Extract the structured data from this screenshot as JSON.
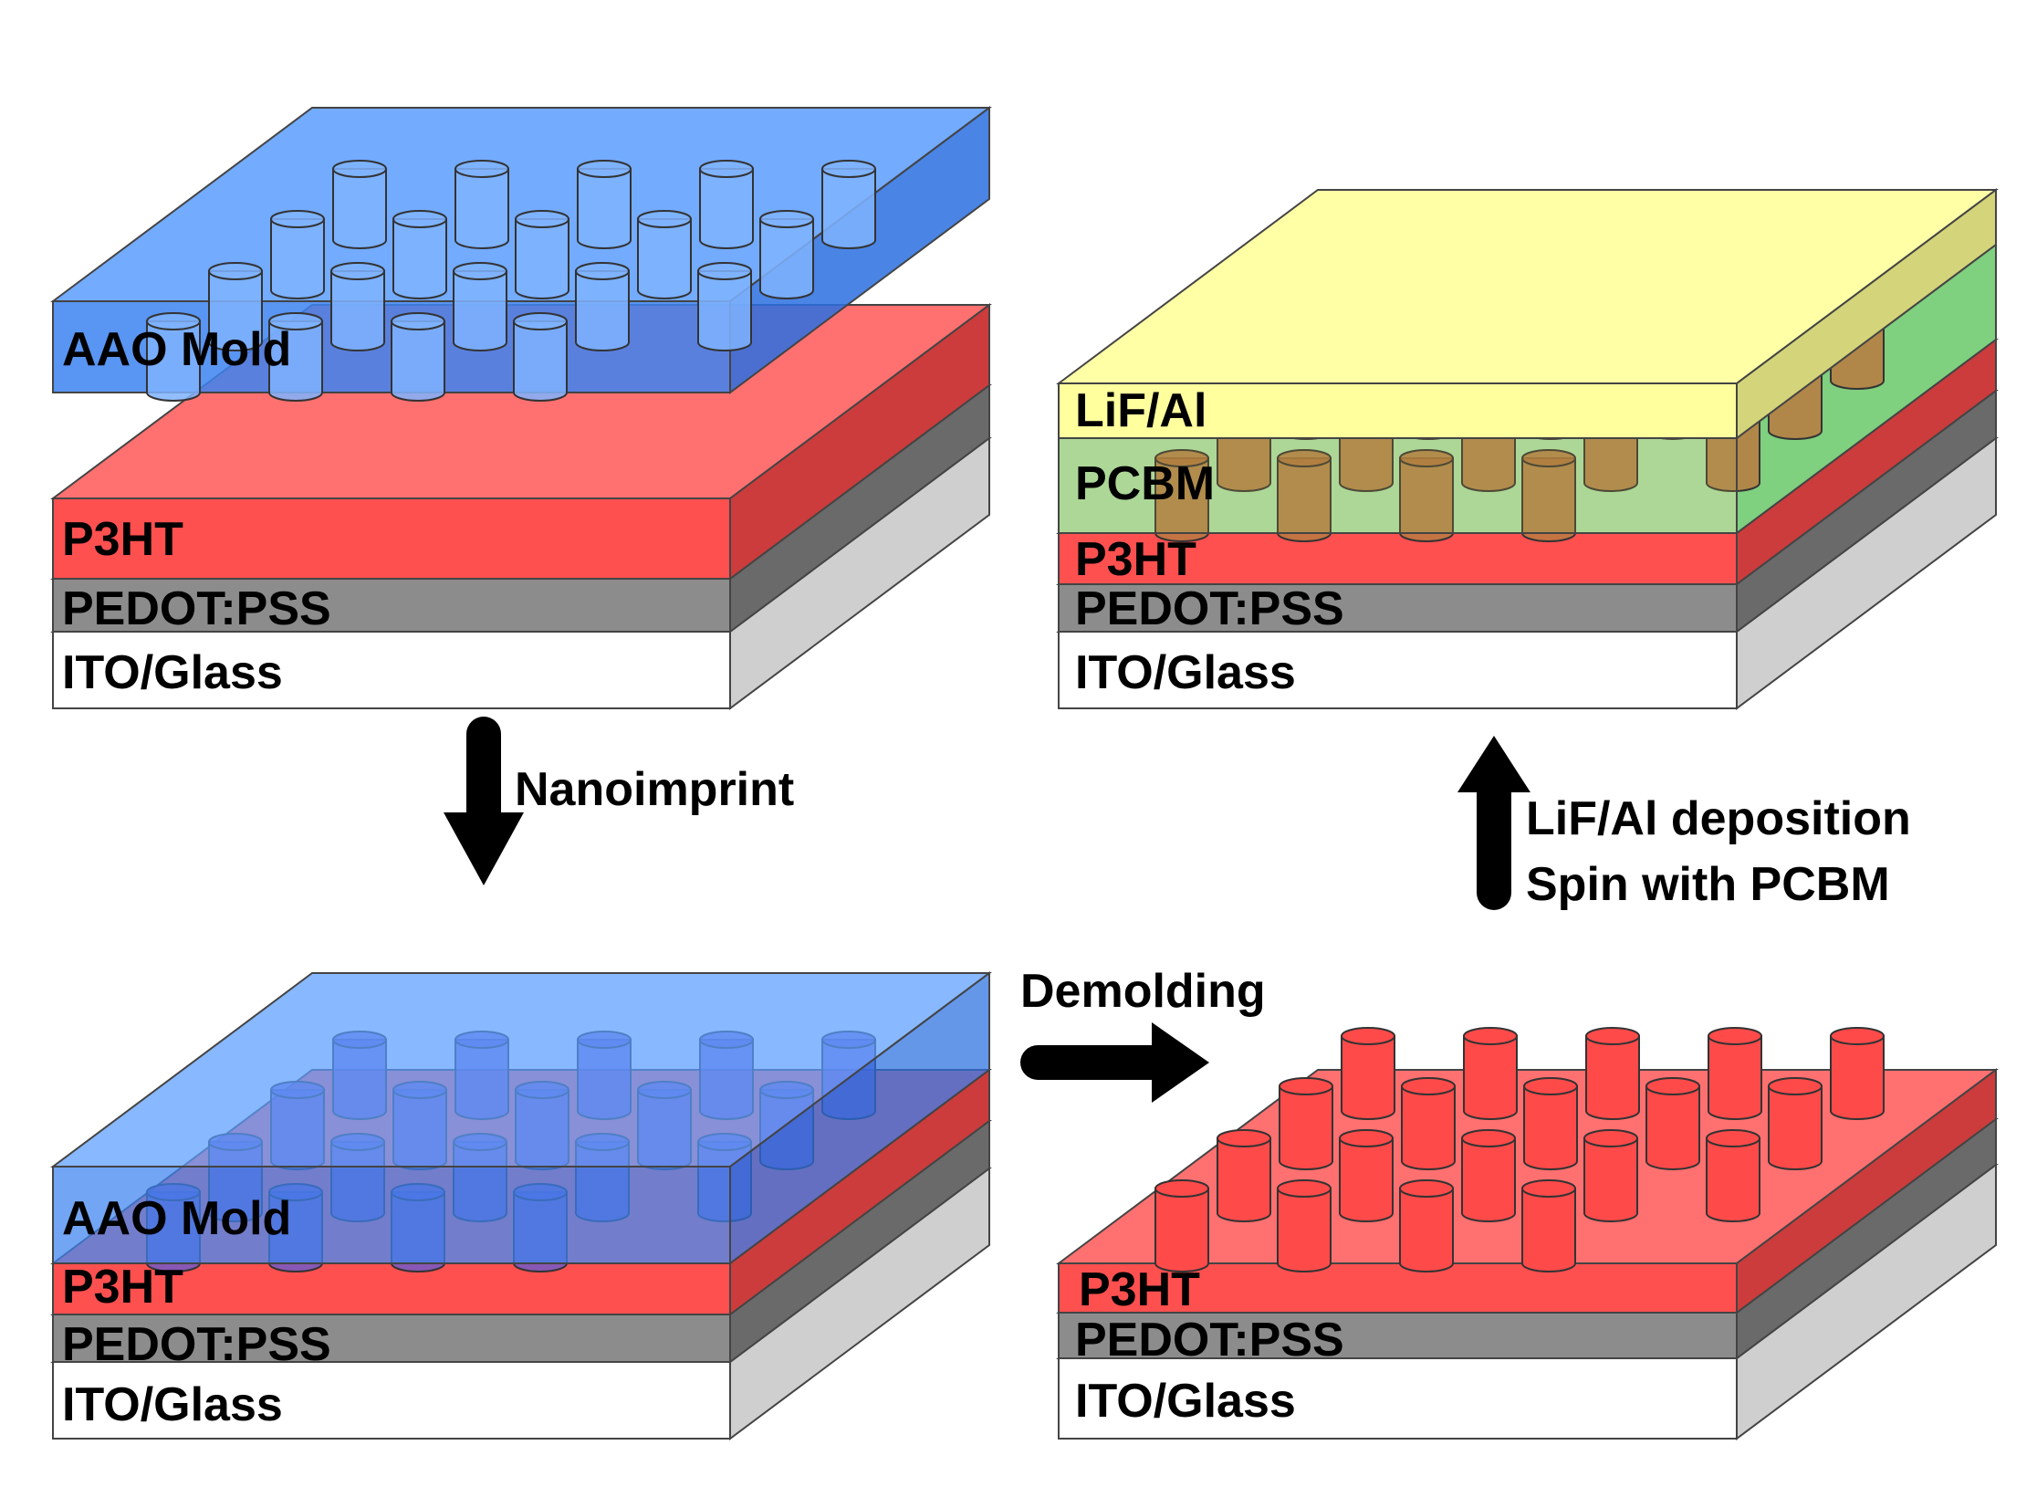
{
  "colors": {
    "ito_front": "#ffffff",
    "ito_side": "#cfcfcf",
    "ito_top": "#eeeeee",
    "pedot_front": "#8c8c8c",
    "pedot_side": "#6a6a6a",
    "pedot_top": "#a4a4a4",
    "p3ht_front": "#ff5050",
    "p3ht_side": "#cc3c3c",
    "p3ht_top": "#ff7070",
    "mold_front": "#3c82f0",
    "mold_side": "#2a6fe0",
    "mold_top": "#5a9cff",
    "pillar_mold": "#7fb3ff",
    "pillar_p3ht": "#ff4a4a",
    "pcbm_front": "#b3f0b3",
    "pcbm_side": "#7fd07f",
    "lif_front": "#ffff9e",
    "lif_side": "#d4d47a",
    "lif_top": "#ffffa6",
    "pillar_final": "#b87a40",
    "arrow": "#000000",
    "outline": "#444444"
  },
  "panels": {
    "top_left": {
      "mold_label": "AAO Mold",
      "p3ht_label": "P3HT",
      "pedot_label": "PEDOT:PSS",
      "ito_label": "ITO/Glass"
    },
    "bottom_left": {
      "mold_label": "AAO Mold",
      "p3ht_label": "P3HT",
      "pedot_label": "PEDOT:PSS",
      "ito_label": "ITO/Glass"
    },
    "bottom_right": {
      "p3ht_label": "P3HT",
      "pedot_label": "PEDOT:PSS",
      "ito_label": "ITO/Glass"
    },
    "top_right": {
      "lif_label": "LiF/Al",
      "pcbm_label": "PCBM",
      "p3ht_label": "P3HT",
      "pedot_label": "PEDOT:PSS",
      "ito_label": "ITO/Glass"
    }
  },
  "steps": {
    "nanoimprint": "Nanoimprint",
    "demolding": "Demolding",
    "deposition_line1": "LiF/Al deposition",
    "deposition_line2": "Spin with PCBM"
  }
}
